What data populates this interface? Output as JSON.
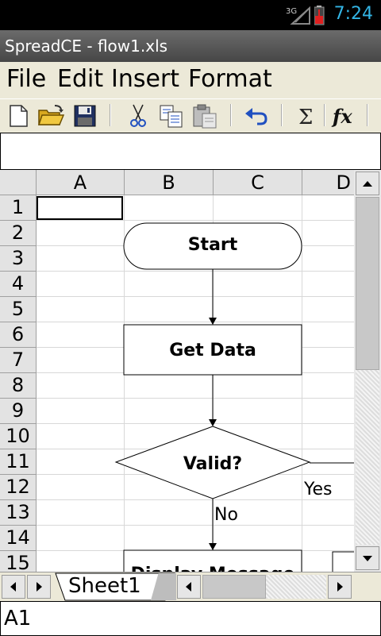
{
  "status_bar": {
    "network": "3G",
    "time": "7:24"
  },
  "app": {
    "title": "SpreadCE - flow1.xls"
  },
  "menu": [
    "File",
    "Edit",
    "Insert",
    "Format"
  ],
  "toolbar": {
    "icons": [
      "new-document-icon",
      "open-folder-icon",
      "save-icon",
      "cut-icon",
      "copy-icon",
      "paste-icon",
      "undo-icon",
      "sum-icon",
      "function-icon"
    ],
    "sum_glyph": "Σ",
    "function_glyph": "fx"
  },
  "formula_bar": {
    "value": ""
  },
  "columns": [
    "A",
    "B",
    "C",
    "D"
  ],
  "rows": [
    "1",
    "2",
    "3",
    "4",
    "5",
    "6",
    "7",
    "8",
    "9",
    "10",
    "11",
    "12",
    "13",
    "14",
    "15"
  ],
  "selected_cell": "A1",
  "flowchart": {
    "start": "Start",
    "get_data": "Get Data",
    "decision": "Valid?",
    "yes": "Yes",
    "no": "No",
    "display": "Display Message"
  },
  "sheet_tab": "Sheet1",
  "name_box": "A1"
}
